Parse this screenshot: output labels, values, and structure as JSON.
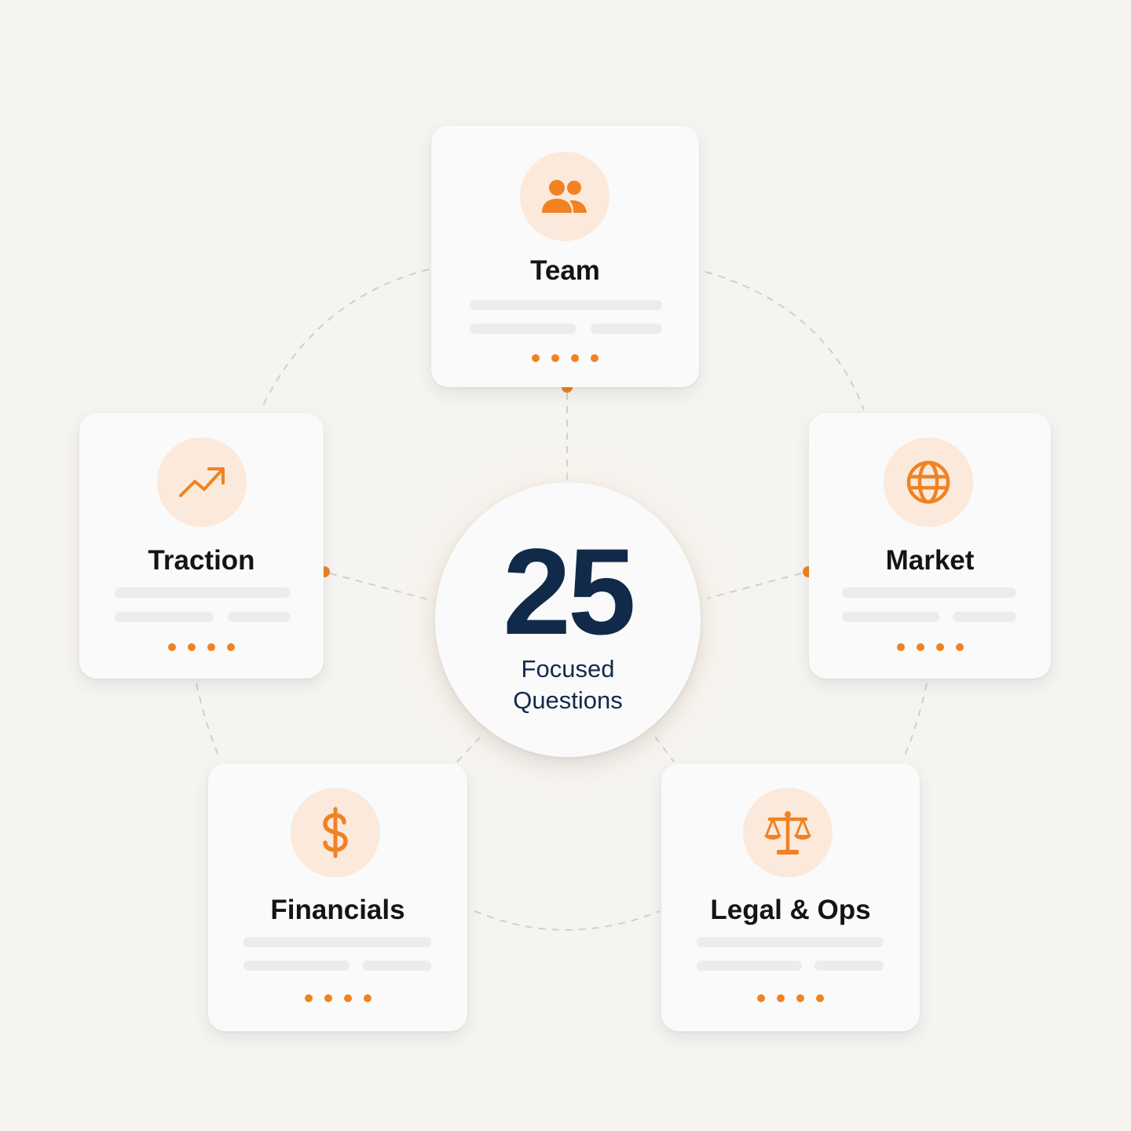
{
  "hub": {
    "number": "25",
    "label": "Focused Questions"
  },
  "cards": [
    {
      "id": "team",
      "title": "Team",
      "icon": "team-icon"
    },
    {
      "id": "traction",
      "title": "Traction",
      "icon": "trending-up-icon"
    },
    {
      "id": "market",
      "title": "Market",
      "icon": "globe-icon"
    },
    {
      "id": "financials",
      "title": "Financials",
      "icon": "dollar-icon"
    },
    {
      "id": "legal-ops",
      "title": "Legal & Ops",
      "icon": "scales-icon"
    }
  ],
  "colors": {
    "background": "#f6f4f1",
    "accent": "#f08223",
    "accent_soft": "#fbe9dc",
    "navy": "#112a4a",
    "card": "#fafafa",
    "connector": "#cfcfcf"
  }
}
